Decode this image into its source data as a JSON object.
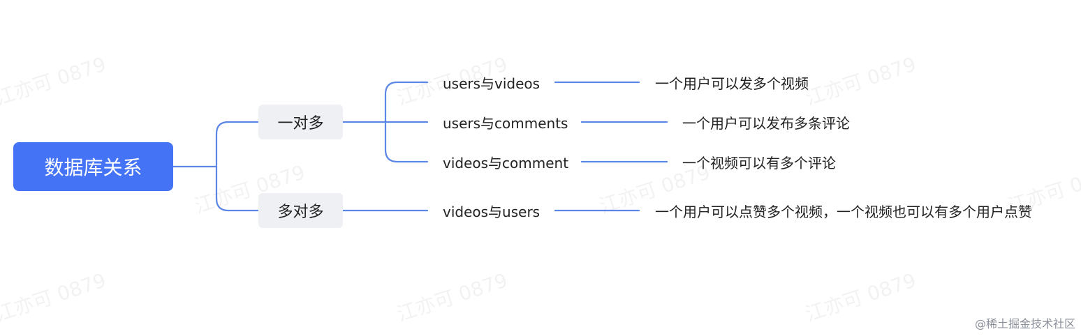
{
  "root": {
    "label": "数据库关系"
  },
  "branches": [
    {
      "label": "一对多",
      "children": [
        {
          "label": "users与videos",
          "desc": "一个用户可以发多个视频"
        },
        {
          "label": "users与comments",
          "desc": "一个用户可以发布多条评论"
        },
        {
          "label": "videos与comment",
          "desc": "一个视频可以有多个评论"
        }
      ]
    },
    {
      "label": "多对多",
      "children": [
        {
          "label": "videos与users",
          "desc": "一个用户可以点赞多个视频，一个视频也可以有多个用户点赞"
        }
      ]
    }
  ],
  "watermark": "江亦可 0879",
  "credit": "@稀土掘金技术社区",
  "colors": {
    "accent": "#4474f5",
    "line": "#5b86e5",
    "branch_bg": "#eef0f3"
  }
}
